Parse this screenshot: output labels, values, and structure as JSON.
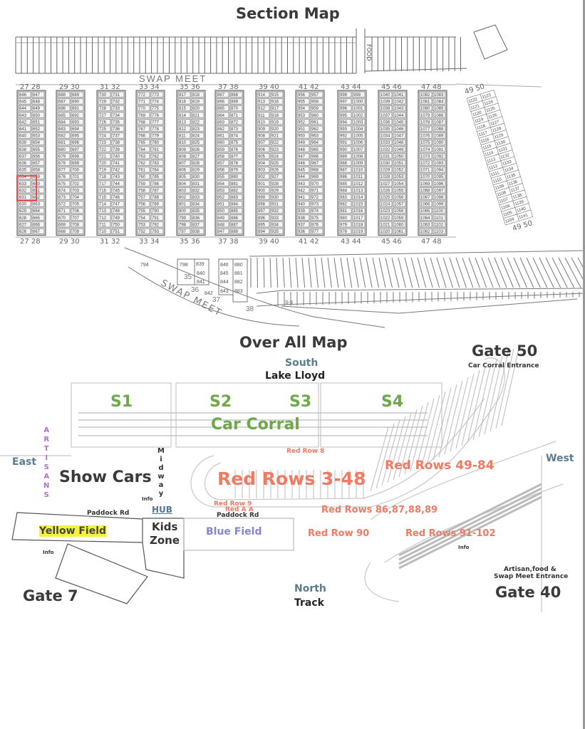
{
  "section_map": {
    "title": "Section Map",
    "swap_meet_label": "SWAP MEET",
    "food_label": "FOOD",
    "blocks": [
      {
        "header": "27 28",
        "left_start": 646,
        "right_start": 647,
        "rows": 21
      },
      {
        "header": "29 30",
        "left_start": 688,
        "right_start": 689,
        "rows": 21
      },
      {
        "header": "31 32",
        "left_start": 730,
        "right_start": 731,
        "rows": 21
      },
      {
        "header": "33 34",
        "left_start": 772,
        "right_start": 773,
        "rows": 21
      },
      {
        "header": "35 36",
        "left_start": 817,
        "right_start": 818,
        "rows": 21
      },
      {
        "header": "37 38",
        "left_start": 867,
        "right_start": 868,
        "rows": 21
      },
      {
        "header": "39 40",
        "left_start": 914,
        "right_start": 915,
        "rows": 21
      },
      {
        "header": "41 42",
        "left_start": 956,
        "right_start": 957,
        "rows": 21
      },
      {
        "header": "43 44",
        "left_start": 998,
        "right_start": 999,
        "rows": 21
      },
      {
        "header": "45 46",
        "left_start": 1040,
        "right_start": 1041,
        "rows": 21
      },
      {
        "header": "47 48",
        "left_start": 1082,
        "right_start": 1083,
        "rows": 21
      }
    ],
    "slanted_block": {
      "header": "49 50",
      "left_start": 1122,
      "right_start": 1123,
      "rows": 19
    },
    "lower_stalls": [
      "794",
      "798",
      "839",
      "840",
      "841",
      "846",
      "845",
      "844",
      "843",
      "880",
      "881",
      "882",
      "883",
      "842",
      "S-9"
    ],
    "lower_row_labels": [
      "35",
      "36",
      "37",
      "38"
    ],
    "highlighted_stalls": [
      "633",
      "632",
      "631"
    ]
  },
  "overall_map": {
    "title": "Over All Map",
    "directions": {
      "south": "South",
      "north": "North",
      "east": "East",
      "west": "West"
    },
    "landmarks": {
      "lake": "Lake Lloyd",
      "track": "Track"
    },
    "gates": {
      "gate50": "Gate 50",
      "gate50_note": "Car Corral Entrance",
      "gate40": "Gate 40",
      "gate40_note_1": "Artisan,food &",
      "gate40_note_2": "Swap Meet Entrance",
      "gate7": "Gate 7"
    },
    "sections": {
      "s1": "S1",
      "s2": "S2",
      "s3": "S3",
      "s4": "S4",
      "car_corral": "Car Corral"
    },
    "red_rows": {
      "row8": "Red Row 8",
      "rows3_48": "Red Rows 3-48",
      "rows49_84": "Red Rows 49-84",
      "row9": "Red Row 9",
      "row_aa": "Red A A",
      "rows86_89": "Red Rows 86,87,88,89",
      "row90": "Red Row 90",
      "rows91_102": "Red Rows 91-102"
    },
    "areas": {
      "artisans": [
        "A",
        "R",
        "T",
        "I",
        "S",
        "A",
        "N",
        "S"
      ],
      "midway": [
        "M",
        "i",
        "d",
        "w",
        "a",
        "y"
      ],
      "show_cars": "Show Cars",
      "hub": "HUB",
      "paddock_rd": "Paddock Rd",
      "yellow_field": "Yellow Field",
      "kids": "Kids",
      "zone": "Zone",
      "blue_field": "Blue Field",
      "info": "Info"
    },
    "colors": {
      "green": "#6fa84a",
      "red": "#f07a62",
      "direction": "#5b7c8e",
      "artisans": "#b070c8",
      "blue_field": "#8585d6",
      "highlight": "#f4f23c",
      "hub": "#4f7896"
    }
  }
}
